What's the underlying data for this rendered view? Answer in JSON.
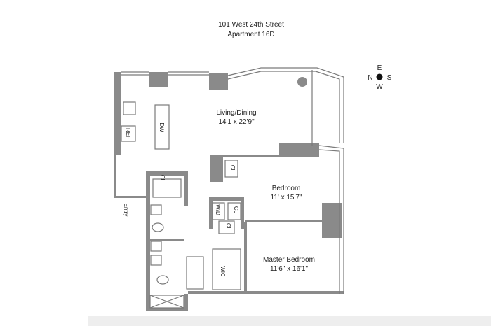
{
  "header": {
    "address": "101 West 24th Street",
    "unit": "Apartment 16D"
  },
  "compass": {
    "north": "N",
    "east": "E",
    "south": "S",
    "west": "W"
  },
  "rooms": {
    "living": {
      "name": "Living/Dining",
      "size": "14'1 x 22'9\""
    },
    "bedroom": {
      "name": "Bedroom",
      "size": "11' x 15'7\""
    },
    "master": {
      "name": "Master Bedroom",
      "size": "11'6\" x 16'1\""
    }
  },
  "labels": {
    "ref": "REF",
    "dw": "DW",
    "cl": "CL",
    "wd": "W/D",
    "wic": "WIC",
    "entry": "Entry"
  },
  "colors": {
    "wall": "#8a8a8a",
    "line": "#7a7a7a"
  }
}
